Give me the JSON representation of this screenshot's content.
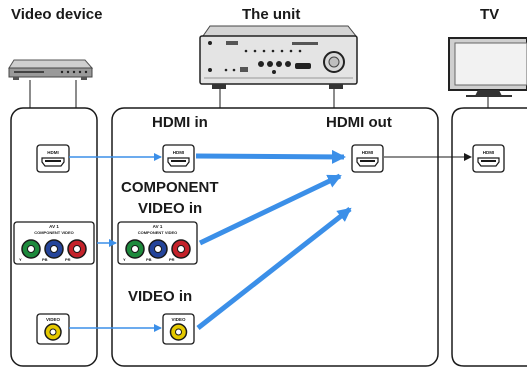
{
  "headings": {
    "video_device": "Video device",
    "the_unit": "The unit",
    "tv": "TV"
  },
  "labels": {
    "hdmi_in": "HDMI in",
    "hdmi_out": "HDMI out",
    "component_line1": "COMPONENT",
    "component_line2": "VIDEO in",
    "video_in": "VIDEO in"
  },
  "jacks": {
    "hdmi": "HDMI",
    "av1": "AV 1",
    "component_video": "COMPONENT VIDEO",
    "video": "VIDEO",
    "y": "Y",
    "pb": "PB",
    "pr": "PR"
  },
  "colors": {
    "arrow_blue": "#3b8fe8",
    "line_dark": "#1a1a1a",
    "component_green": "#1d8a3c",
    "component_blue": "#24449a",
    "component_red": "#c4222a",
    "composite_yellow": "#e5c900"
  }
}
